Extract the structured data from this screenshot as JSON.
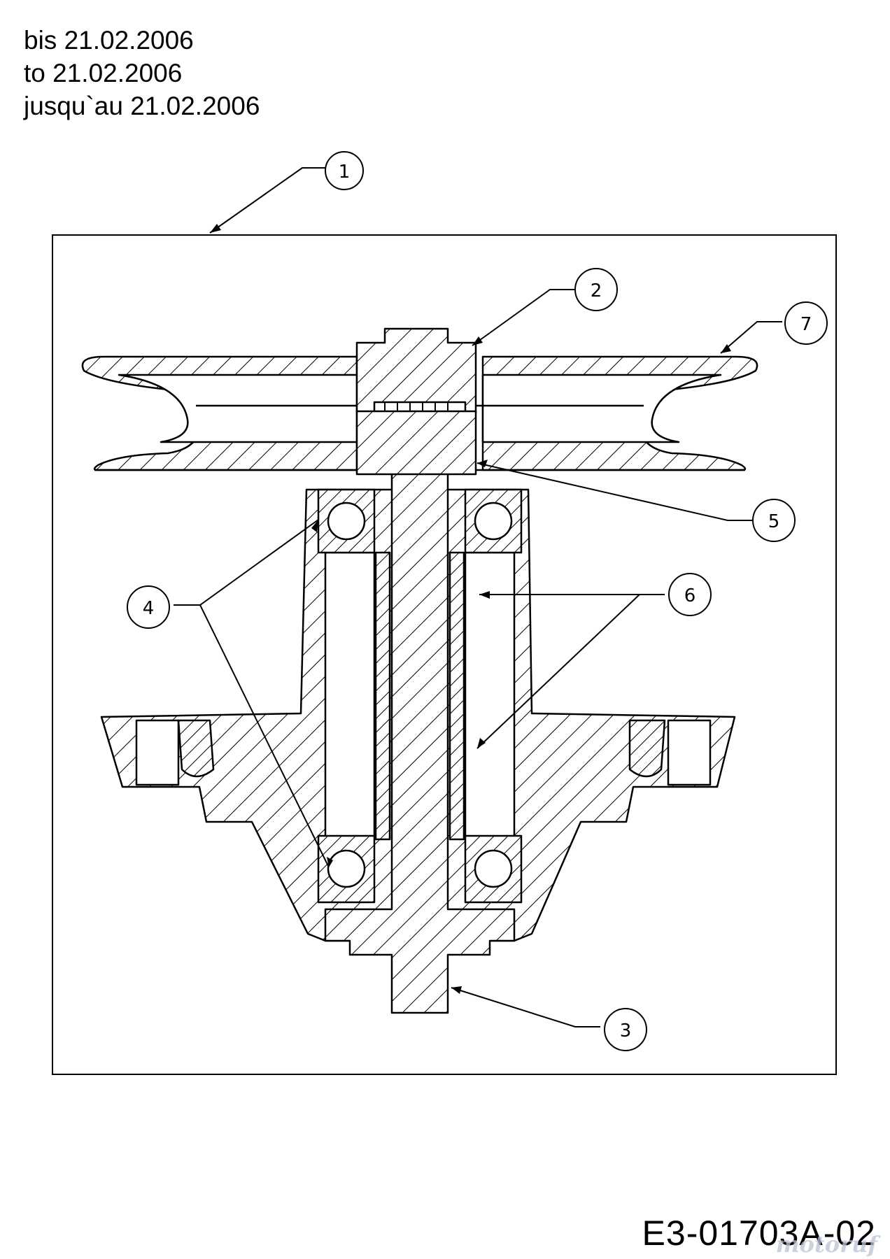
{
  "header": {
    "lines": [
      "bis 21.02.2006",
      "to 21.02.2006",
      "jusqu`au 21.02.2006"
    ]
  },
  "callouts": [
    {
      "id": "callout-1",
      "label": "1"
    },
    {
      "id": "callout-2",
      "label": "2"
    },
    {
      "id": "callout-3",
      "label": "3"
    },
    {
      "id": "callout-4",
      "label": "4"
    },
    {
      "id": "callout-5",
      "label": "5"
    },
    {
      "id": "callout-6",
      "label": "6"
    },
    {
      "id": "callout-7",
      "label": "7"
    }
  ],
  "footer": {
    "drawing_code": "E3-01703A-02",
    "watermark": "motoruf"
  },
  "colors": {
    "line": "#000000",
    "background": "#ffffff"
  }
}
